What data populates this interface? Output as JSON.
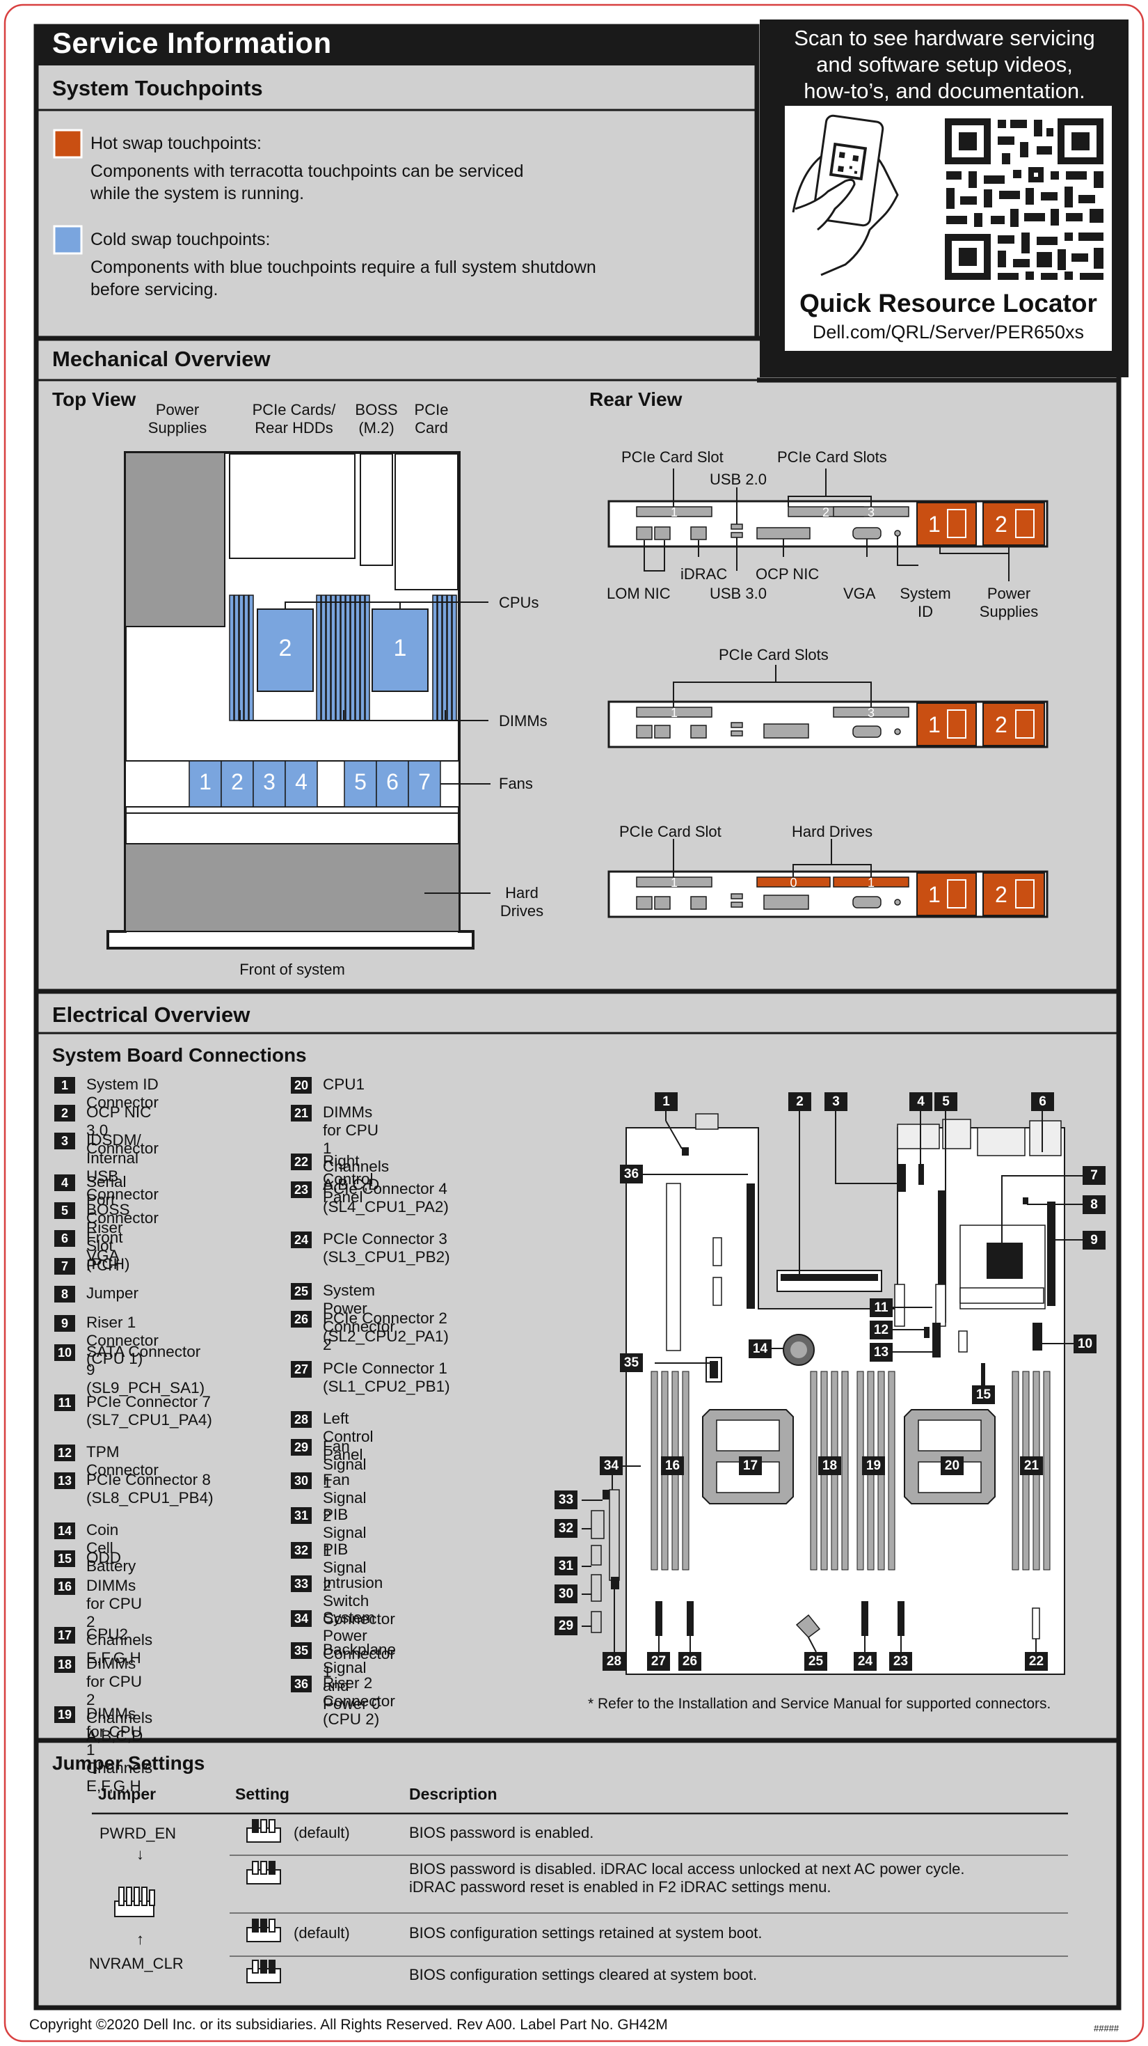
{
  "header": {
    "title": "Service Information"
  },
  "touchpoints": {
    "title": "System Touchpoints",
    "hot_label": "Hot swap touchpoints:",
    "hot_line1": "Components with terracotta touchpoints can be serviced",
    "hot_line2": "while the system is running.",
    "cold_label": "Cold swap touchpoints:",
    "cold_line1": "Components with blue touchpoints require a full system shutdown",
    "cold_line2": "before servicing."
  },
  "qrl": {
    "line1": "Scan to see hardware servicing",
    "line2": "and software setup videos,",
    "line3": "how-to’s, and documentation.",
    "title": "Quick Resource Locator",
    "url": "Dell.com/QRL/Server/PER650xs"
  },
  "mechanical": {
    "title": "Mechanical Overview",
    "top_view": "Top View",
    "top_labels": {
      "power_supplies": "Power\nSupplies",
      "pcie_cards": "PCIe Cards/\nRear HDDs",
      "boss": "BOSS\n(M.2)",
      "pcie_card": "PCIe\nCard",
      "cpus": "CPUs",
      "dimms": "DIMMs",
      "fans": "Fans",
      "hard_drives": "Hard\nDrives",
      "front": "Front of system"
    },
    "cpu_numbers": [
      "2",
      "1"
    ],
    "fan_numbers": [
      "1",
      "2",
      "3",
      "4",
      "5",
      "6",
      "7"
    ],
    "rear_view": "Rear View",
    "rear1": {
      "pcie_card_slot": "PCIe Card Slot",
      "usb20": "USB 2.0",
      "pcie_card_slots": "PCIe Card Slots",
      "lom_nic": "LOM NIC",
      "idrac": "iDRAC",
      "usb30": "USB 3.0",
      "ocp_nic": "OCP NIC",
      "vga": "VGA",
      "system_id": "System\nID",
      "power_supplies": "Power\nSupplies",
      "slots": [
        "1",
        "2",
        "3"
      ],
      "psus": [
        "1",
        "2"
      ]
    },
    "rear2": {
      "pcie_card_slots": "PCIe Card Slots",
      "slots": [
        "1",
        "3"
      ],
      "psus": [
        "1",
        "2"
      ]
    },
    "rear3": {
      "pcie_card_slot": "PCIe Card Slot",
      "hard_drives": "Hard Drives",
      "slot": "1",
      "drives": [
        "0",
        "1"
      ],
      "psus": [
        "1",
        "2"
      ]
    }
  },
  "electrical": {
    "title": "Electrical Overview",
    "subtitle": "System Board Connections",
    "connectors_col1": [
      {
        "num": "1",
        "label": "System ID Connector"
      },
      {
        "num": "2",
        "label": "OCP NIC 3.0 Connector"
      },
      {
        "num": "3",
        "label": "IDSDM/\nInternal USB Connector"
      },
      {
        "num": "4",
        "label": "Serial Port Connector"
      },
      {
        "num": "5",
        "label": "BOSS Riser Slot (PCH)"
      },
      {
        "num": "6",
        "label": "Front VGA"
      },
      {
        "num": "7",
        "label": "PCH"
      },
      {
        "num": "8",
        "label": "Jumper"
      },
      {
        "num": "9",
        "label": "Riser 1 Connector (CPU 1)"
      },
      {
        "num": "10",
        "label": "SATA Connector 9\n(SL9_PCH_SA1)"
      },
      {
        "num": "11",
        "label": "PCIe Connector 7\n(SL7_CPU1_PA4)"
      },
      {
        "num": "12",
        "label": "TPM Connector"
      },
      {
        "num": "13",
        "label": "PCIe Connector 8\n(SL8_CPU1_PB4)"
      },
      {
        "num": "14",
        "label": "Coin Cell Battery"
      },
      {
        "num": "15",
        "label": "ODD"
      },
      {
        "num": "16",
        "label": "DIMMs for CPU 2\nChannels E,F,G,H"
      },
      {
        "num": "17",
        "label": "CPU2"
      },
      {
        "num": "18",
        "label": "DIMMs for CPU 2\nChannels A,B,C,D"
      },
      {
        "num": "19",
        "label": "DIMMs for CPU 1\nChannels E,F,G,H"
      }
    ],
    "connectors_col2": [
      {
        "num": "20",
        "label": "CPU1"
      },
      {
        "num": "21",
        "label": "DIMMs for CPU 1\nChannels A,B,C,D"
      },
      {
        "num": "22",
        "label": "Right Control Panel"
      },
      {
        "num": "23",
        "label": "PCIe Connector 4\n(SL4_CPU1_PA2)"
      },
      {
        "num": "24",
        "label": "PCIe Connector 3\n(SL3_CPU1_PB2)"
      },
      {
        "num": "25",
        "label": "System Power Connector 2"
      },
      {
        "num": "26",
        "label": "PCIe Connector 2\n(SL2_CPU2_PA1)"
      },
      {
        "num": "27",
        "label": "PCIe Connector 1\n(SL1_CPU2_PB1)"
      },
      {
        "num": "28",
        "label": "Left Control Panel"
      },
      {
        "num": "29",
        "label": "Fan Signal 1"
      },
      {
        "num": "30",
        "label": "Fan Signal 2"
      },
      {
        "num": "31",
        "label": "PIB Signal 1"
      },
      {
        "num": "32",
        "label": "PIB Signal 2"
      },
      {
        "num": "33",
        "label": "Intrusion Switch Connector"
      },
      {
        "num": "34",
        "label": "System Power Connector 1"
      },
      {
        "num": "35",
        "label": "Backplane Signal and Power 0"
      },
      {
        "num": "36",
        "label": "Riser 2 Connector (CPU 2)"
      }
    ],
    "footnote": "* Refer to the Installation and Service Manual for supported connectors."
  },
  "jumper": {
    "title": "Jumper Settings",
    "col_jumper": "Jumper",
    "col_setting": "Setting",
    "col_desc": "Description",
    "pwrd_en": "PWRD_EN",
    "nvram_clr": "NVRAM_CLR",
    "arrow_down": "↓",
    "arrow_up": "↑",
    "rows": [
      {
        "setting": "(default)",
        "desc": "BIOS password is enabled."
      },
      {
        "setting": "",
        "desc": "BIOS password is disabled. iDRAC local access unlocked at next AC power cycle.\niDRAC password reset is enabled in F2 iDRAC settings menu."
      },
      {
        "setting": "(default)",
        "desc": "BIOS configuration settings retained at system boot."
      },
      {
        "setting": "",
        "desc": "BIOS configuration settings cleared at system boot."
      }
    ]
  },
  "footer": {
    "copyright": "Copyright ©2020 Dell Inc. or its subsidiaries.  All Rights Reserved. Rev A00. Label Part No. GH42M",
    "code": "#####"
  },
  "colors": {
    "terracotta": "#c94f12",
    "blue": "#7aa5de",
    "panel": "#d0d0d0",
    "border": "#1a1a1a",
    "outline": "#d84040"
  }
}
